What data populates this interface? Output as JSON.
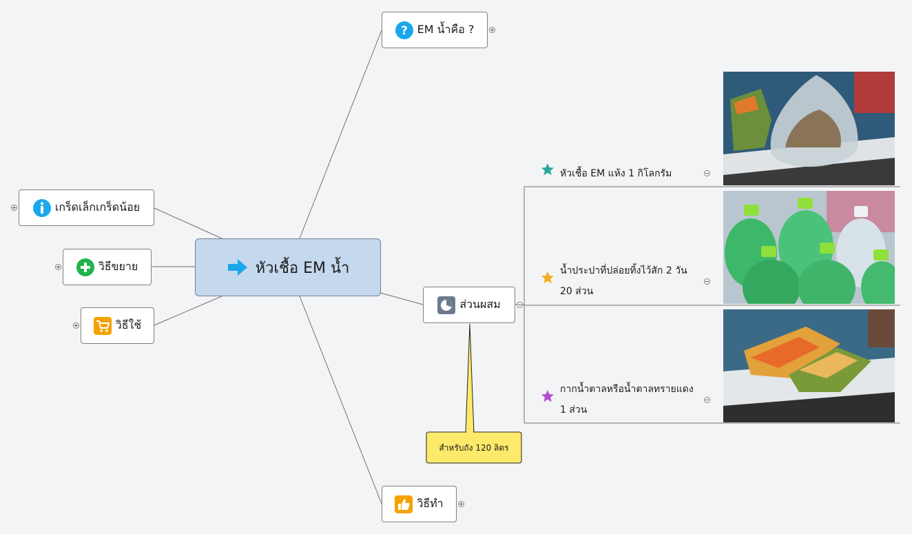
{
  "central": {
    "label": "หัวเชื้อ EM น้ำ",
    "icon": "arrow-right-icon"
  },
  "topics": {
    "what_is": {
      "label": "EM น้ำคือ ?",
      "icon": "question-icon"
    },
    "tips": {
      "label": "เกร็ดเล็กเกร็ดน้อย",
      "icon": "info-icon"
    },
    "expand": {
      "label": "วิธีขยาย",
      "icon": "plus-circle-icon"
    },
    "usage": {
      "label": "วิธีใช้",
      "icon": "shopping-cart-icon"
    },
    "ingredients": {
      "label": "ส่วนผสม",
      "icon": "pie-chart-icon"
    },
    "method": {
      "label": "วิธีทำ",
      "icon": "thumbs-up-icon"
    }
  },
  "ingredient_items": [
    {
      "line1": "หัวเชื้อ EM  แห้ง 1 กิโลกรัม",
      "line2": "",
      "icon": "star-teal-icon",
      "color": "#2aa99b",
      "photo": "em-powder-bag-photo"
    },
    {
      "line1": "น้ำประปาที่ปล่อยทิ้งไว้สัก 2 วัน",
      "line2": "20 ส่วน",
      "icon": "star-yellow-icon",
      "color": "#f2b01e",
      "photo": "water-bottles-photo"
    },
    {
      "line1": "กากน้ำตาลหรือน้ำตาลทรายแดง",
      "line2": "1 ส่วน",
      "icon": "star-purple-icon",
      "color": "#b04fcf",
      "photo": "sugar-bags-photo"
    }
  ],
  "callout": {
    "text": "สำหรับถัง 120 ลิตร"
  },
  "colors": {
    "central_fill": "#c4d8ee",
    "question": "#1aa7ec",
    "info": "#1aa7ec",
    "plus": "#22b14c",
    "cart": "#f5a100",
    "pie": "#6b7b8c",
    "thumbs": "#f5a100",
    "arrow": "#19a7ec",
    "callout_fill": "#fde96a"
  }
}
